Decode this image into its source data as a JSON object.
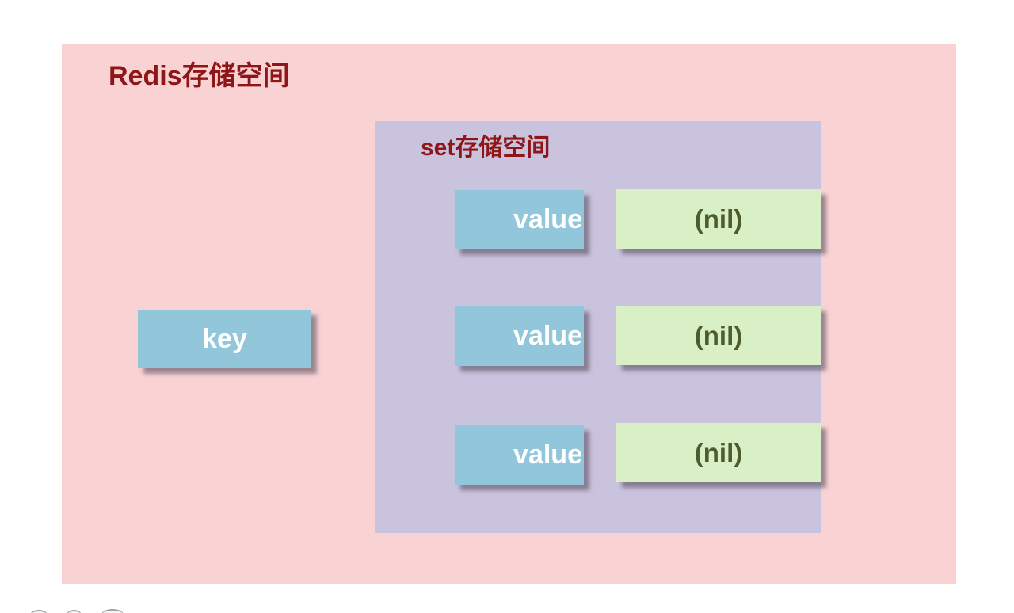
{
  "diagram": {
    "redis_space": {
      "title_en": "Redis",
      "title_zh": "存储空间",
      "bg_color": "#f9d3d4",
      "title_color": "#8e1618"
    },
    "set_space": {
      "title_en": "set",
      "title_zh": "存储空间",
      "bg_color": "#cac3dd",
      "title_color": "#8e1618"
    },
    "key_box": {
      "label": "key",
      "bg_color": "#92c7db",
      "text_color": "#ffffff"
    },
    "rows": [
      {
        "value_label": "value",
        "nil_label": "(nil)"
      },
      {
        "value_label": "value",
        "nil_label": "(nil)"
      },
      {
        "value_label": "value",
        "nil_label": "(nil)"
      }
    ],
    "value_box_color": "#92c7db",
    "nil_box_color": "#d9efc5",
    "nil_text_color": "#4c5c2c"
  },
  "bottom_edge": {
    "partial_icons": [
      "partial-circle-icon",
      "partial-circle-icon",
      "partial-circle-icon"
    ]
  }
}
